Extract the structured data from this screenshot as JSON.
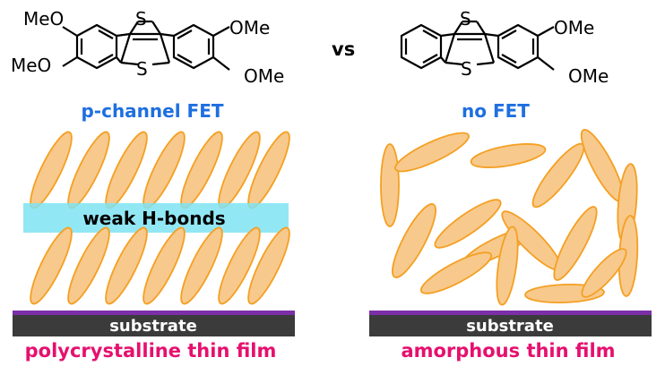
{
  "left_molecule": {
    "substituents": [
      "MeO",
      "MeO",
      "OMe",
      "OMe"
    ],
    "sulfur_atoms": [
      "S",
      "S"
    ]
  },
  "right_molecule": {
    "substituents": [
      "OMe",
      "OMe"
    ],
    "sulfur_atoms": [
      "S",
      "S"
    ]
  },
  "comparison_label": "vs",
  "left_result": "p-channel FET",
  "right_result": "no FET",
  "interaction_label": "weak H-bonds",
  "left_substrate_label": "substrate",
  "right_substrate_label": "substrate",
  "left_film_label": "polycrystalline thin film",
  "right_film_label": "amorphous thin film",
  "colors": {
    "ellipse_fill": "#f8c98c",
    "ellipse_stroke": "#f4a023",
    "hbond_band": "#7fe3f2",
    "substrate_fill": "#3b3b3b",
    "substrate_edge": "#7c2fa8",
    "result_blue": "#1e6fe0",
    "film_pink": "#e6106e"
  }
}
